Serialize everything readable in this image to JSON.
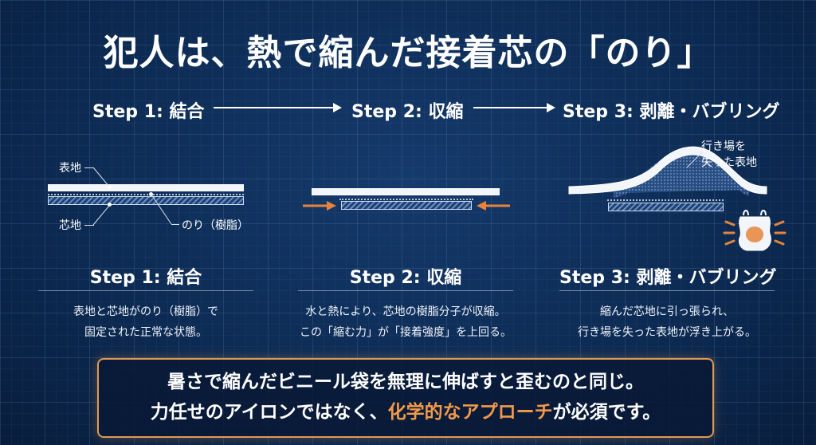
{
  "title": "犯人は、熱で縮んだ接着芯の「のり」",
  "flow": [
    {
      "label": "Step 1: 結合"
    },
    {
      "label": "Step 2: 収縮"
    },
    {
      "label": "Step 3: 剥離・バブリング"
    }
  ],
  "diagram": {
    "label_face": "表地",
    "label_core": "芯地",
    "label_glue": "のり（樹脂）",
    "label_lost": [
      "行き場を",
      "失った表地"
    ]
  },
  "sections": [
    {
      "title": "Step 1: 結合",
      "lines": [
        "表地と芯地がのり（樹脂）で",
        "固定された正常な状態。"
      ]
    },
    {
      "title": "Step 2: 収縮",
      "lines": [
        "水と熱により、芯地の樹脂分子が収縮。",
        "この「縮む力」が「接着強度」を上回る。"
      ]
    },
    {
      "title": "Step 3: 剥離・バブリング",
      "lines": [
        "縮んだ芯地に引っ張られ、",
        "行き場を失った表地が浮き上がる。"
      ]
    }
  ],
  "callout": {
    "line1": "暑さで縮んだビニール袋を無理に伸ばすと歪むのと同じ。",
    "line2_pre": "力任せのアイロンではなく、",
    "line2_hl": "化学的なアプローチ",
    "line2_post": "が必須です。"
  },
  "colors": {
    "accent": "#f29a4a",
    "background": "#0c2a52",
    "arrow_orange": "#e8843a"
  },
  "icons": [
    "arrow-right-icon",
    "shrink-arrow-icon",
    "shrunk-plastic-bag-icon"
  ]
}
